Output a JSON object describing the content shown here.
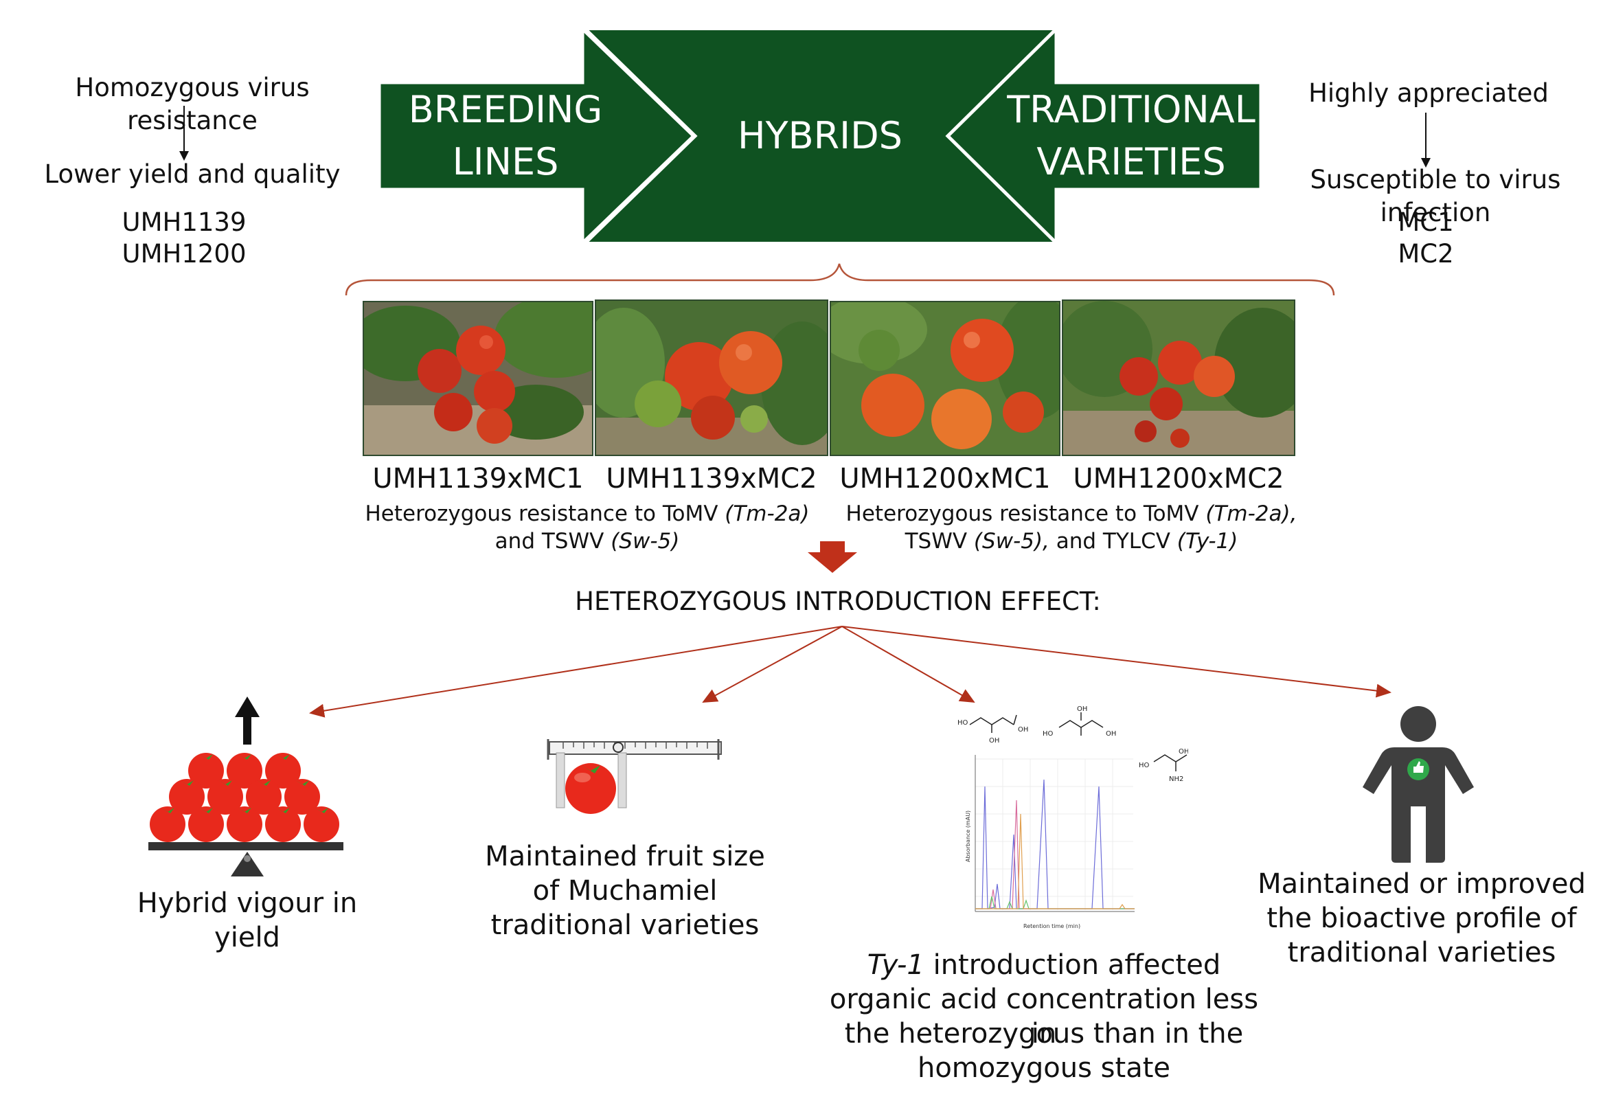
{
  "header": {
    "breeding_line1": "BREEDING",
    "breeding_line2": "LINES",
    "hybrids": "HYBRIDS",
    "traditional_line1": "TRADITIONAL",
    "traditional_line2": "VARIETIES"
  },
  "left_panel": {
    "trait_top": "Homozygous virus resistance",
    "trait_bottom": "Lower yield and quality",
    "lines": [
      "UMH1139",
      "UMH1200"
    ]
  },
  "right_panel": {
    "trait_top": "Highly appreciated",
    "trait_bottom": "Susceptible to virus infection",
    "varieties": [
      "MC1",
      "MC2"
    ]
  },
  "hybrids": [
    {
      "name": "UMH1139xMC1",
      "photo_icon": "tomato-plant-photo"
    },
    {
      "name": "UMH1139xMC2",
      "photo_icon": "tomato-plant-photo"
    },
    {
      "name": "UMH1200xMC1",
      "photo_icon": "tomato-plant-photo"
    },
    {
      "name": "UMH1200xMC2",
      "photo_icon": "tomato-plant-photo"
    }
  ],
  "resistance": {
    "left_line1_a": "Heterozygous resistance to ToMV ",
    "left_line1_b": "(Tm-2a)",
    "left_line2_a": "and TSWV ",
    "left_line2_b": "(Sw-5)",
    "right_line1_a": "Heterozygous resistance to ToMV ",
    "right_line1_b": "(Tm-2a),",
    "right_line2_a": "TSWV ",
    "right_line2_b": "(Sw-5),",
    "right_line2_c": " and TYLCV ",
    "right_line2_d": "(Ty-1)"
  },
  "effect_title": "HETEROZYGOUS INTRODUCTION EFFECT:",
  "effects": {
    "yield": "Hybrid vigour in yield",
    "size_line1": "Maintained fruit size",
    "size_line2": "of Muchamiel",
    "size_line3": "traditional varieties",
    "acid_line1_italic": "Ty-1",
    "acid_line1_rest": " introduction affected",
    "acid_line2": "organic acid concentration less in",
    "acid_line3": "the heterozygous than in the",
    "acid_line4": "homozygous state",
    "bio_line1": "Maintained or improved",
    "bio_line2": "the bioactive profile of",
    "bio_line3": "traditional varieties"
  },
  "chromatogram": {
    "ylabel": "Absorbance (mAU)",
    "xlabel": "Retention time (min)",
    "mol_labels": [
      "HO",
      "OH",
      "OH",
      "HO",
      "OH",
      "OH",
      "HO",
      "OH",
      "NH2"
    ]
  },
  "colors": {
    "dark_green": "#0f5221",
    "arrow_red": "#b0301a",
    "tomato_red": "#e8291c",
    "person_gray": "#3f3f3f"
  }
}
